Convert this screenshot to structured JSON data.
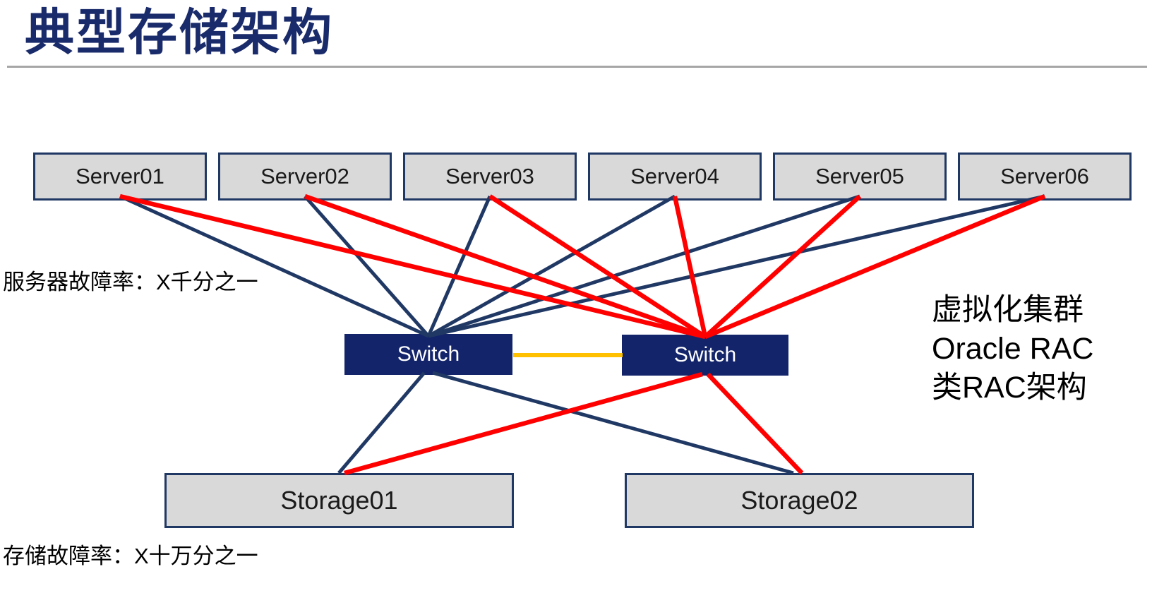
{
  "slide": {
    "title": "典型存储架构",
    "annotations": {
      "server_failure_rate": "服务器故障率：X千分之一",
      "storage_failure_rate": "存储故障率：X十万分之一",
      "cluster_note_line1": "虚拟化集群",
      "cluster_note_line2": "Oracle RAC",
      "cluster_note_line3": "类RAC架构"
    },
    "nodes": {
      "servers": [
        {
          "label": "Server01"
        },
        {
          "label": "Server02"
        },
        {
          "label": "Server03"
        },
        {
          "label": "Server04"
        },
        {
          "label": "Server05"
        },
        {
          "label": "Server06"
        }
      ],
      "switches": [
        {
          "label": "Switch"
        },
        {
          "label": "Switch"
        }
      ],
      "storages": [
        {
          "label": "Storage01"
        },
        {
          "label": "Storage02"
        }
      ]
    },
    "edges": [
      {
        "from": "Server01",
        "to": "Switch(left)",
        "color": "navy"
      },
      {
        "from": "Server02",
        "to": "Switch(left)",
        "color": "navy"
      },
      {
        "from": "Server03",
        "to": "Switch(left)",
        "color": "navy"
      },
      {
        "from": "Server04",
        "to": "Switch(left)",
        "color": "navy"
      },
      {
        "from": "Server05",
        "to": "Switch(left)",
        "color": "navy"
      },
      {
        "from": "Server06",
        "to": "Switch(left)",
        "color": "navy"
      },
      {
        "from": "Server01",
        "to": "Switch(right)",
        "color": "red"
      },
      {
        "from": "Server02",
        "to": "Switch(right)",
        "color": "red"
      },
      {
        "from": "Server03",
        "to": "Switch(right)",
        "color": "red"
      },
      {
        "from": "Server04",
        "to": "Switch(right)",
        "color": "red"
      },
      {
        "from": "Server05",
        "to": "Switch(right)",
        "color": "red"
      },
      {
        "from": "Server06",
        "to": "Switch(right)",
        "color": "red"
      },
      {
        "from": "Switch(left)",
        "to": "Switch(right)",
        "color": "orange"
      },
      {
        "from": "Switch(left)",
        "to": "Storage01",
        "color": "navy"
      },
      {
        "from": "Switch(left)",
        "to": "Storage02",
        "color": "navy"
      },
      {
        "from": "Switch(right)",
        "to": "Storage01",
        "color": "red"
      },
      {
        "from": "Switch(right)",
        "to": "Storage02",
        "color": "red"
      }
    ],
    "colors": {
      "title": "#1A2B6B",
      "navy_line": "#203864",
      "red_line": "#FF0000",
      "interswitch_line": "#FFC000",
      "switch_fill": "#13246A",
      "node_fill": "#D9D9D9",
      "node_border": "#1F3864",
      "divider": "#A6A6A6"
    }
  }
}
